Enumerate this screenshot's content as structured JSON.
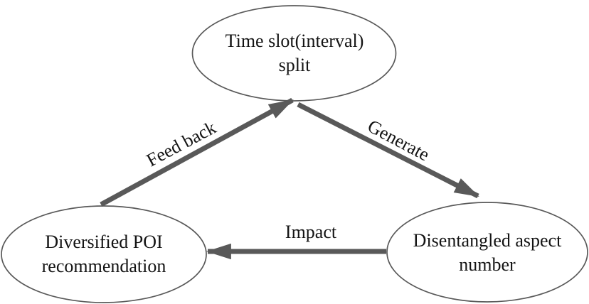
{
  "diagram": {
    "background_color": "#ffffff",
    "shape_stroke_color": "#595959",
    "arrow_color": "#595959",
    "text_color": "#141414",
    "nodes": [
      {
        "id": "time-slot-split",
        "label": "Time slot(interval)\nsplit"
      },
      {
        "id": "diversified-poi-recommendation",
        "label": "Diversified POI\nrecommendation"
      },
      {
        "id": "disentangled-aspect-number",
        "label": "Disentangled aspect\nnumber"
      }
    ],
    "edges": [
      {
        "id": "feed-back",
        "label": "Feed back",
        "from": "diversified-poi-recommendation",
        "to": "time-slot-split"
      },
      {
        "id": "generate",
        "label": "Generate",
        "from": "time-slot-split",
        "to": "disentangled-aspect-number"
      },
      {
        "id": "impact",
        "label": "Impact",
        "from": "disentangled-aspect-number",
        "to": "diversified-poi-recommendation"
      }
    ]
  }
}
